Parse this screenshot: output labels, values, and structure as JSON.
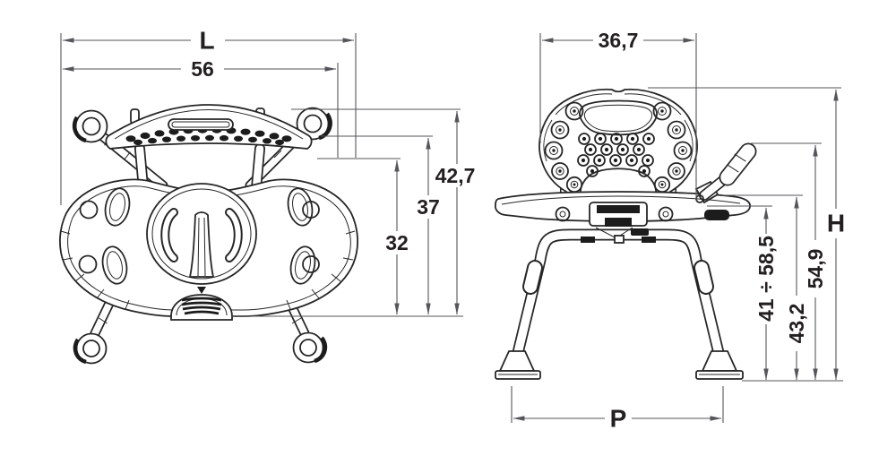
{
  "dims": {
    "overall_width": "L",
    "width": "56",
    "depth_total": "42,7",
    "depth_mid": "37",
    "depth_inner": "32",
    "backrest_width": "36,7",
    "overall_height": "H",
    "handle_height": "54,9",
    "armrest_height": "43,2",
    "seat_height_range": "41 ÷ 58,5",
    "base_depth": "P"
  },
  "colors": {
    "background": "#ffffff",
    "part_line": "#262626",
    "dimension_line": "#55565a",
    "text": "#231f20"
  }
}
